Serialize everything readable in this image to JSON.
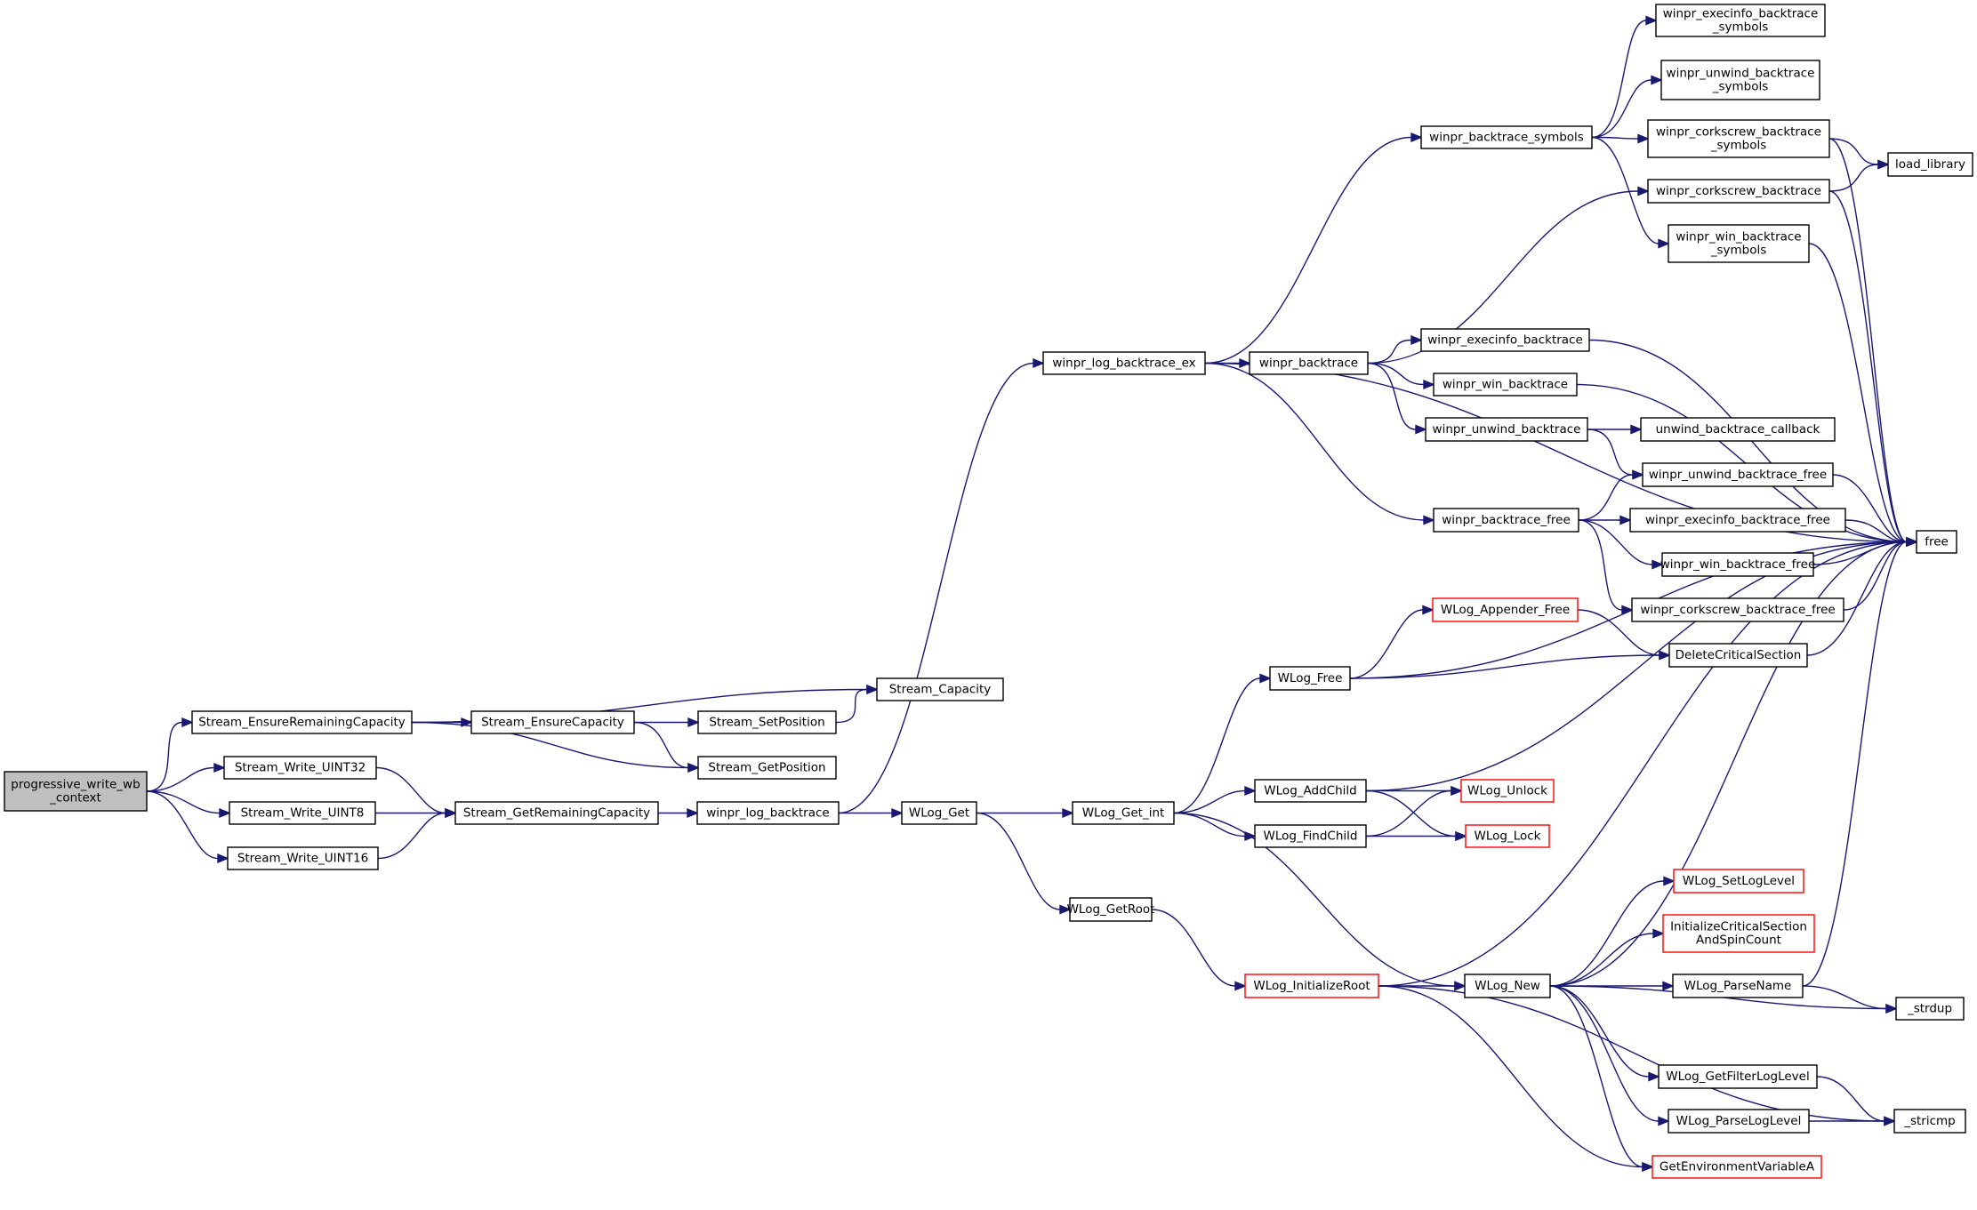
{
  "colors": {
    "edge": "#191970",
    "node_border": "#000000",
    "node_fill": "#ffffff",
    "root_fill": "#bfbfbf",
    "truncated_border": "#ff0000"
  },
  "nodes": [
    {
      "id": "root",
      "lines": [
        "progressive_write_wb",
        "_context"
      ],
      "style": "root"
    },
    {
      "id": "ensure_remaining",
      "lines": [
        "Stream_EnsureRemainingCapacity"
      ]
    },
    {
      "id": "write_u32",
      "lines": [
        "Stream_Write_UINT32"
      ]
    },
    {
      "id": "write_u8",
      "lines": [
        "Stream_Write_UINT8"
      ]
    },
    {
      "id": "write_u16",
      "lines": [
        "Stream_Write_UINT16"
      ]
    },
    {
      "id": "ensure_capacity",
      "lines": [
        "Stream_EnsureCapacity"
      ]
    },
    {
      "id": "get_remaining",
      "lines": [
        "Stream_GetRemainingCapacity"
      ]
    },
    {
      "id": "set_position",
      "lines": [
        "Stream_SetPosition"
      ]
    },
    {
      "id": "get_position",
      "lines": [
        "Stream_GetPosition"
      ]
    },
    {
      "id": "capacity",
      "lines": [
        "Stream_Capacity"
      ]
    },
    {
      "id": "log_backtrace",
      "lines": [
        "winpr_log_backtrace"
      ]
    },
    {
      "id": "log_backtrace_ex",
      "lines": [
        "winpr_log_backtrace_ex"
      ]
    },
    {
      "id": "wlog_get",
      "lines": [
        "WLog_Get"
      ]
    },
    {
      "id": "wlog_get_int",
      "lines": [
        "WLog_Get_int"
      ]
    },
    {
      "id": "wlog_getroot",
      "lines": [
        "WLog_GetRoot"
      ]
    },
    {
      "id": "backtrace",
      "lines": [
        "winpr_backtrace"
      ]
    },
    {
      "id": "backtrace_symbols",
      "lines": [
        "winpr_backtrace_symbols"
      ]
    },
    {
      "id": "backtrace_free",
      "lines": [
        "winpr_backtrace_free"
      ]
    },
    {
      "id": "execinfo_backtrace",
      "lines": [
        "winpr_execinfo_backtrace"
      ]
    },
    {
      "id": "win_backtrace",
      "lines": [
        "winpr_win_backtrace"
      ]
    },
    {
      "id": "unwind_backtrace",
      "lines": [
        "winpr_unwind_backtrace"
      ]
    },
    {
      "id": "execinfo_symbols",
      "lines": [
        "winpr_execinfo_backtrace",
        "_symbols"
      ]
    },
    {
      "id": "unwind_symbols",
      "lines": [
        "winpr_unwind_backtrace",
        "_symbols"
      ]
    },
    {
      "id": "corkscrew_symbols",
      "lines": [
        "winpr_corkscrew_backtrace",
        "_symbols"
      ]
    },
    {
      "id": "corkscrew_backtrace",
      "lines": [
        "winpr_corkscrew_backtrace"
      ]
    },
    {
      "id": "win_symbols",
      "lines": [
        "winpr_win_backtrace",
        "_symbols"
      ]
    },
    {
      "id": "unwind_callback",
      "lines": [
        "unwind_backtrace_callback"
      ]
    },
    {
      "id": "unwind_free",
      "lines": [
        "winpr_unwind_backtrace_free"
      ]
    },
    {
      "id": "execinfo_free",
      "lines": [
        "winpr_execinfo_backtrace_free"
      ]
    },
    {
      "id": "win_free",
      "lines": [
        "winpr_win_backtrace_free"
      ]
    },
    {
      "id": "corkscrew_free",
      "lines": [
        "winpr_corkscrew_backtrace_free"
      ]
    },
    {
      "id": "load_library",
      "lines": [
        "load_library"
      ]
    },
    {
      "id": "free",
      "lines": [
        "free"
      ]
    },
    {
      "id": "wlog_free",
      "lines": [
        "WLog_Free"
      ]
    },
    {
      "id": "appender_free",
      "lines": [
        "WLog_Appender_Free"
      ],
      "style": "truncated"
    },
    {
      "id": "delete_cs",
      "lines": [
        "DeleteCriticalSection"
      ]
    },
    {
      "id": "wlog_addchild",
      "lines": [
        "WLog_AddChild"
      ]
    },
    {
      "id": "wlog_findchild",
      "lines": [
        "WLog_FindChild"
      ]
    },
    {
      "id": "wlog_unlock",
      "lines": [
        "WLog_Unlock"
      ],
      "style": "truncated"
    },
    {
      "id": "wlog_lock",
      "lines": [
        "WLog_Lock"
      ],
      "style": "truncated"
    },
    {
      "id": "wlog_initroot",
      "lines": [
        "WLog_InitializeRoot"
      ],
      "style": "truncated"
    },
    {
      "id": "wlog_new",
      "lines": [
        "WLog_New"
      ]
    },
    {
      "id": "setloglevel",
      "lines": [
        "WLog_SetLogLevel"
      ],
      "style": "truncated"
    },
    {
      "id": "init_cs",
      "lines": [
        "InitializeCriticalSection",
        "AndSpinCount"
      ],
      "style": "truncated"
    },
    {
      "id": "parsename",
      "lines": [
        "WLog_ParseName"
      ]
    },
    {
      "id": "strdup",
      "lines": [
        "_strdup"
      ]
    },
    {
      "id": "getfilter",
      "lines": [
        "WLog_GetFilterLogLevel"
      ]
    },
    {
      "id": "parseloglevel",
      "lines": [
        "WLog_ParseLogLevel"
      ]
    },
    {
      "id": "stricmp",
      "lines": [
        "_stricmp"
      ]
    },
    {
      "id": "getenv",
      "lines": [
        "GetEnvironmentVariableA"
      ],
      "style": "truncated"
    }
  ],
  "edges": [
    [
      "root",
      "ensure_remaining"
    ],
    [
      "root",
      "write_u32"
    ],
    [
      "root",
      "write_u8"
    ],
    [
      "root",
      "write_u16"
    ],
    [
      "ensure_remaining",
      "capacity"
    ],
    [
      "ensure_remaining",
      "ensure_capacity"
    ],
    [
      "ensure_remaining",
      "get_position"
    ],
    [
      "ensure_capacity",
      "set_position"
    ],
    [
      "ensure_capacity",
      "get_position"
    ],
    [
      "set_position",
      "capacity"
    ],
    [
      "write_u32",
      "get_remaining"
    ],
    [
      "write_u8",
      "get_remaining"
    ],
    [
      "write_u16",
      "get_remaining"
    ],
    [
      "get_remaining",
      "log_backtrace"
    ],
    [
      "log_backtrace",
      "log_backtrace_ex"
    ],
    [
      "log_backtrace",
      "wlog_get"
    ],
    [
      "log_backtrace_ex",
      "backtrace_symbols"
    ],
    [
      "log_backtrace_ex",
      "backtrace"
    ],
    [
      "log_backtrace_ex",
      "free"
    ],
    [
      "log_backtrace_ex",
      "backtrace_free"
    ],
    [
      "backtrace",
      "corkscrew_backtrace"
    ],
    [
      "backtrace",
      "execinfo_backtrace"
    ],
    [
      "backtrace",
      "win_backtrace"
    ],
    [
      "backtrace",
      "unwind_backtrace"
    ],
    [
      "backtrace_symbols",
      "execinfo_symbols"
    ],
    [
      "backtrace_symbols",
      "unwind_symbols"
    ],
    [
      "backtrace_symbols",
      "corkscrew_symbols"
    ],
    [
      "backtrace_symbols",
      "win_symbols"
    ],
    [
      "corkscrew_symbols",
      "load_library"
    ],
    [
      "corkscrew_symbols",
      "free"
    ],
    [
      "corkscrew_backtrace",
      "load_library"
    ],
    [
      "corkscrew_backtrace",
      "free"
    ],
    [
      "win_symbols",
      "free"
    ],
    [
      "execinfo_backtrace",
      "free"
    ],
    [
      "win_backtrace",
      "free"
    ],
    [
      "unwind_backtrace",
      "unwind_callback"
    ],
    [
      "unwind_backtrace",
      "unwind_free"
    ],
    [
      "backtrace_free",
      "unwind_free"
    ],
    [
      "backtrace_free",
      "execinfo_free"
    ],
    [
      "backtrace_free",
      "win_free"
    ],
    [
      "backtrace_free",
      "corkscrew_free"
    ],
    [
      "unwind_free",
      "free"
    ],
    [
      "execinfo_free",
      "free"
    ],
    [
      "win_free",
      "free"
    ],
    [
      "corkscrew_free",
      "free"
    ],
    [
      "wlog_get",
      "wlog_get_int"
    ],
    [
      "wlog_get",
      "wlog_getroot"
    ],
    [
      "wlog_get_int",
      "wlog_free"
    ],
    [
      "wlog_get_int",
      "wlog_addchild"
    ],
    [
      "wlog_get_int",
      "wlog_findchild"
    ],
    [
      "wlog_get_int",
      "wlog_new"
    ],
    [
      "wlog_free",
      "appender_free"
    ],
    [
      "wlog_free",
      "delete_cs"
    ],
    [
      "wlog_free",
      "free"
    ],
    [
      "appender_free",
      "delete_cs"
    ],
    [
      "delete_cs",
      "free"
    ],
    [
      "wlog_addchild",
      "free"
    ],
    [
      "wlog_addchild",
      "wlog_unlock"
    ],
    [
      "wlog_addchild",
      "wlog_lock"
    ],
    [
      "wlog_findchild",
      "wlog_unlock"
    ],
    [
      "wlog_findchild",
      "wlog_lock"
    ],
    [
      "wlog_getroot",
      "wlog_initroot"
    ],
    [
      "wlog_initroot",
      "free"
    ],
    [
      "wlog_initroot",
      "wlog_new"
    ],
    [
      "wlog_initroot",
      "getenv"
    ],
    [
      "wlog_initroot",
      "stricmp"
    ],
    [
      "wlog_new",
      "free"
    ],
    [
      "wlog_new",
      "setloglevel"
    ],
    [
      "wlog_new",
      "init_cs"
    ],
    [
      "wlog_new",
      "parsename"
    ],
    [
      "wlog_new",
      "strdup"
    ],
    [
      "wlog_new",
      "getfilter"
    ],
    [
      "wlog_new",
      "parseloglevel"
    ],
    [
      "wlog_new",
      "getenv"
    ],
    [
      "parsename",
      "free"
    ],
    [
      "parsename",
      "strdup"
    ],
    [
      "getfilter",
      "stricmp"
    ],
    [
      "parseloglevel",
      "stricmp"
    ]
  ]
}
